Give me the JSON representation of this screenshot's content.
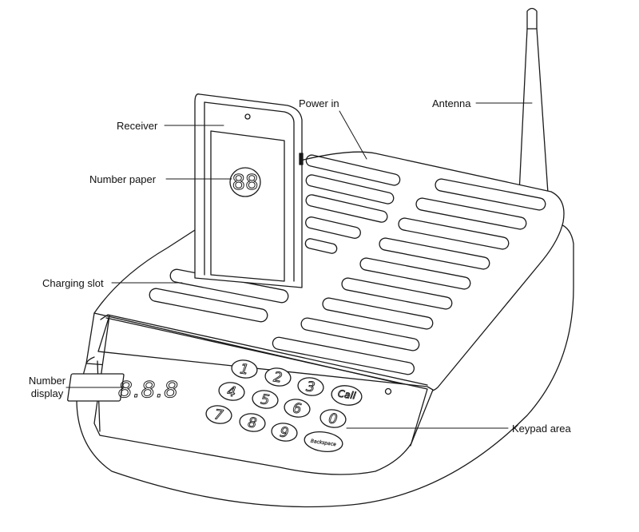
{
  "callouts": {
    "receiver": "Receiver",
    "number_paper": "Number paper",
    "power_in": "Power in",
    "antenna": "Antenna",
    "charging_slot": "Charging slot",
    "number_display": "Number display",
    "keypad_area": "Keypad area"
  },
  "display": {
    "digits": "8.8.8",
    "paper_digits": "88"
  },
  "keypad": {
    "keys": [
      "1",
      "2",
      "3",
      "Call",
      "4",
      "5",
      "6",
      "0",
      "7",
      "8",
      "9",
      "Backspace"
    ]
  },
  "colors": {
    "line": "#1a1a1a",
    "background": "#ffffff"
  }
}
